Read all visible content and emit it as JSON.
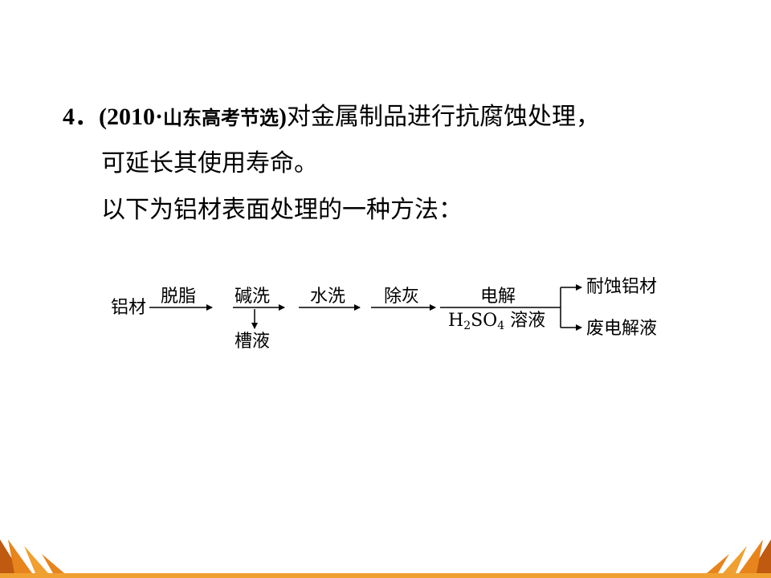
{
  "question": {
    "number": "4．",
    "source_open": "(2010·",
    "source_region": "山东高考节选",
    "source_close": ")",
    "line1_rest": "对金属制品进行抗腐蚀处理，",
    "line2": "可延长其使用寿命。",
    "line3": "以下为铝材表面处理的一种方法："
  },
  "flow": {
    "start": "铝材",
    "step1": "脱脂",
    "step2": "碱洗",
    "waste": "槽液",
    "step3": "水洗",
    "step4": "除灰",
    "step5": "电解",
    "electrolyte_H": "H",
    "electrolyte_2": "2",
    "electrolyte_SO": "SO",
    "electrolyte_4": "4",
    "electrolyte_rest": " 溶液",
    "product1": "耐蚀铝材",
    "product2": "废电解液"
  },
  "colors": {
    "deco_orange": "#e8841c",
    "deco_dark": "#c05a10",
    "deco_bar": "#f0a030"
  }
}
